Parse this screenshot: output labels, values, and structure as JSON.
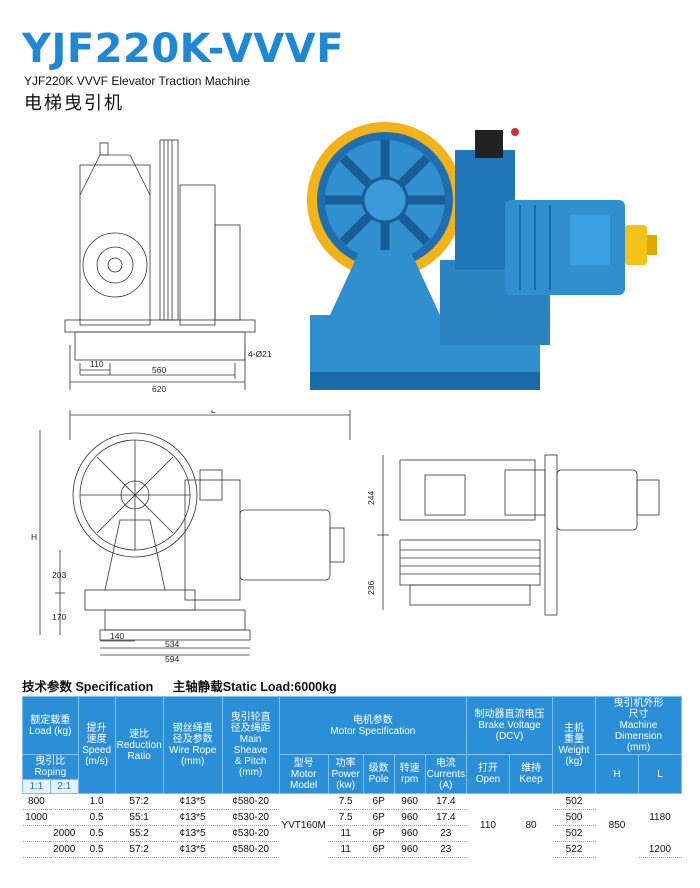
{
  "header": {
    "title": "YJF220K-VVVF",
    "subtitle": "YJF220K VVVF Elevator Traction Machine",
    "title_cn": "电梯曳引机"
  },
  "drawing_top": {
    "dims": [
      "110",
      "560",
      "620",
      "4-Ø21"
    ]
  },
  "drawing_front": {
    "dims": [
      "L",
      "H",
      "203",
      "170",
      "140",
      "534",
      "594"
    ]
  },
  "drawing_side": {
    "dims": [
      "244",
      "236"
    ]
  },
  "spec": {
    "label": "技术参数 Specification",
    "static_load": "主轴静载Static Load:6000kg",
    "headers": {
      "load": "额定载重\nLoad (kg)",
      "roping": "曳引比\nRoping",
      "r11": "1:1",
      "r21": "2:1",
      "speed": "提升\n速度\nSpeed\n(m/s)",
      "ratio": "速比\nReduction\nRatio",
      "rope": "钢丝绳直\n径及参数\nWire Rope\n(mm)",
      "sheave": "曳引轮直\n径及绳距\nMain\nSheave\n& Pitch\n(mm)",
      "motor_spec": "电机参数\nMotor Specification",
      "model": "型号\nMotor\nModel",
      "power": "功率\nPower\n(kw)",
      "pole": "级数\nPole",
      "rpm": "转速\nrpm",
      "current": "电流\nCurrents\n(A)",
      "brake": "制动器直流电压\nBrake Voltage\n(DCV)",
      "open": "打开\nOpen",
      "keep": "维持\nKeep",
      "weight": "主机\n重量\nWeight\n(kg)",
      "dimension": "曳引机外形\n尺寸\nMachine\nDimension\n(mm)",
      "h": "H",
      "l": "L"
    },
    "rows": [
      {
        "r11": "800",
        "r21": "",
        "speed": "1.0",
        "ratio": "57:2",
        "rope": "¢13*5",
        "sheave": "¢580-20",
        "power": "7.5",
        "pole": "6P",
        "rpm": "960",
        "current": "17.4",
        "weight": "502"
      },
      {
        "r11": "1000",
        "r21": "",
        "speed": "0.5",
        "ratio": "55:1",
        "rope": "¢13*5",
        "sheave": "¢530-20",
        "power": "7.5",
        "pole": "6P",
        "rpm": "960",
        "current": "17.4",
        "weight": "500"
      },
      {
        "r11": "",
        "r21": "2000",
        "speed": "0.5",
        "ratio": "55:2",
        "rope": "¢13*5",
        "sheave": "¢530-20",
        "power": "11",
        "pole": "6P",
        "rpm": "960",
        "current": "23",
        "weight": "502"
      },
      {
        "r11": "",
        "r21": "2000",
        "speed": "0.5",
        "ratio": "57:2",
        "rope": "¢13*5",
        "sheave": "¢580-20",
        "power": "11",
        "pole": "6P",
        "rpm": "960",
        "current": "23",
        "weight": "522"
      }
    ],
    "merged": {
      "model": "YVT160M",
      "open": "110",
      "keep": "80",
      "h": "850",
      "l_top": "1180",
      "l_bottom": "1200"
    }
  },
  "colors": {
    "accent": "#1e88d4",
    "machine_blue": "#2f8fcf",
    "sheave_yellow": "#f2b21a"
  },
  "icons": [
    "traction-machine-photo"
  ]
}
